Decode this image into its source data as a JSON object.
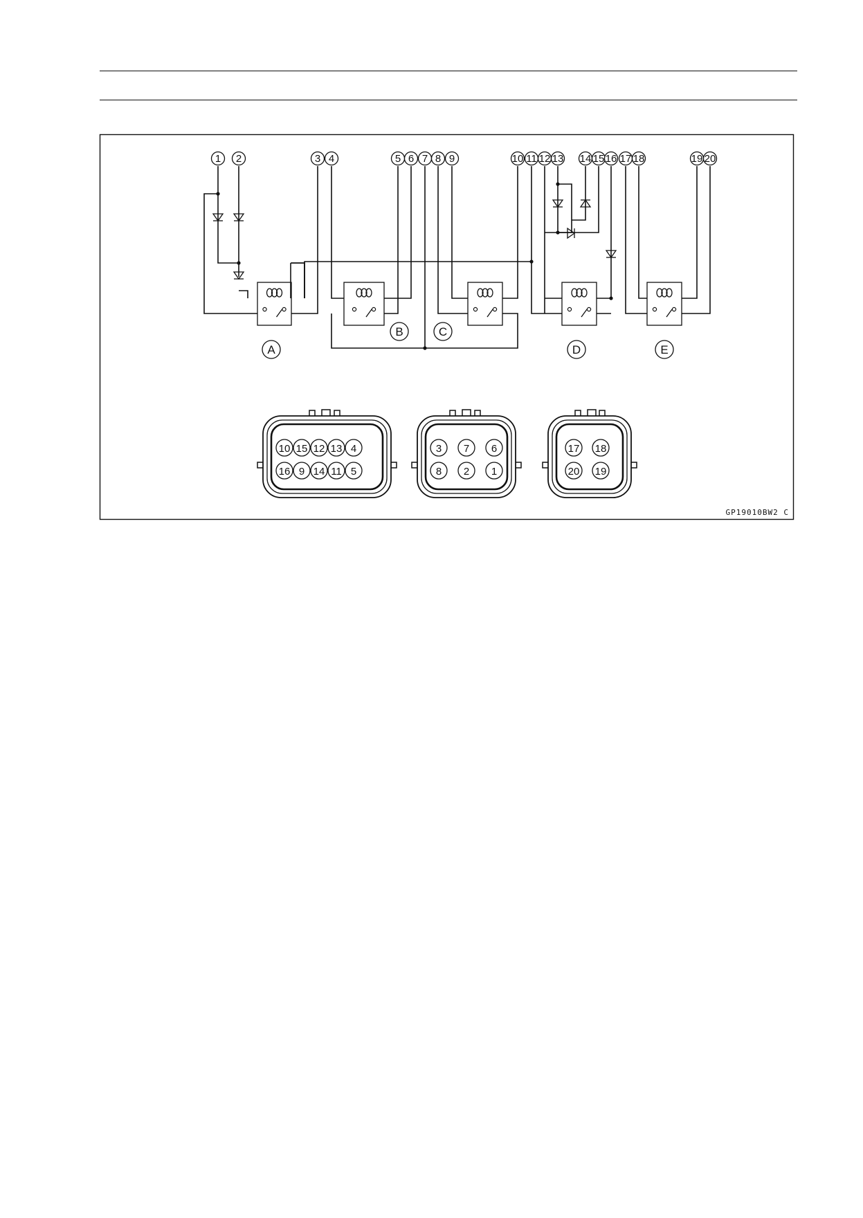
{
  "figure": {
    "code": "GP19010BW2 C",
    "terminals": [
      "1",
      "2",
      "3",
      "4",
      "5",
      "6",
      "7",
      "8",
      "9",
      "10",
      "11",
      "12",
      "13",
      "14",
      "15",
      "16",
      "17",
      "18",
      "19",
      "20"
    ],
    "relays": [
      "A",
      "B",
      "C",
      "D",
      "E"
    ],
    "connectors": [
      {
        "name": "connector-10-pin",
        "rows": [
          [
            "10",
            "15",
            "12",
            "13",
            "4"
          ],
          [
            "16",
            "9",
            "14",
            "11",
            "5"
          ]
        ]
      },
      {
        "name": "connector-6-pin",
        "rows": [
          [
            "3",
            "7",
            "6"
          ],
          [
            "8",
            "2",
            "1"
          ]
        ]
      },
      {
        "name": "connector-4-pin",
        "rows": [
          [
            "17",
            "18"
          ],
          [
            "20",
            "19"
          ]
        ]
      }
    ]
  }
}
